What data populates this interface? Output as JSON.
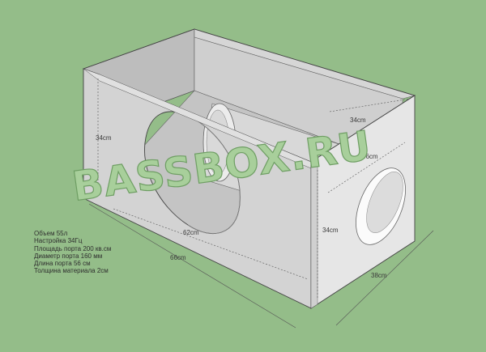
{
  "watermark": "BASSBOX.RU",
  "dimensions": {
    "left_height": "34cm",
    "top_depth": "34cm",
    "right_inner": "36cm",
    "right_height": "34cm",
    "inner_width": "62cm",
    "outer_width": "66cm",
    "outer_depth": "38cm"
  },
  "specs": [
    "Объем 55л",
    "Настройка 34Гц",
    "Площадь порта 200 кв.см",
    "Диаметр порта 160 мм",
    "Длина порта 56 см",
    "Толщина материала 2см"
  ],
  "colors": {
    "background": "#94bd89",
    "panel_front": "#d4d4d4",
    "panel_back": "#c0c0c0",
    "panel_right": "#e4e4e4",
    "port_tube": "#f0f0f0"
  }
}
